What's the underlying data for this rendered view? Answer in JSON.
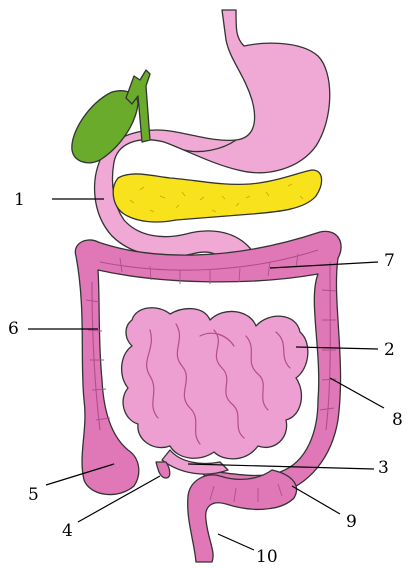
{
  "diagram": {
    "labels": {
      "l1": "1",
      "l2": "2",
      "l3": "3",
      "l4": "4",
      "l5": "5",
      "l6": "6",
      "l7": "7",
      "l8": "8",
      "l9": "9",
      "l10": "10"
    },
    "colors": {
      "stomach": "#efa9d4",
      "gallbladder": "#6aab2c",
      "pancreas": "#f7e21c",
      "large_intestine": "#e078b8",
      "small_intestine": "#ee9fd1",
      "outline": "#333333"
    }
  }
}
